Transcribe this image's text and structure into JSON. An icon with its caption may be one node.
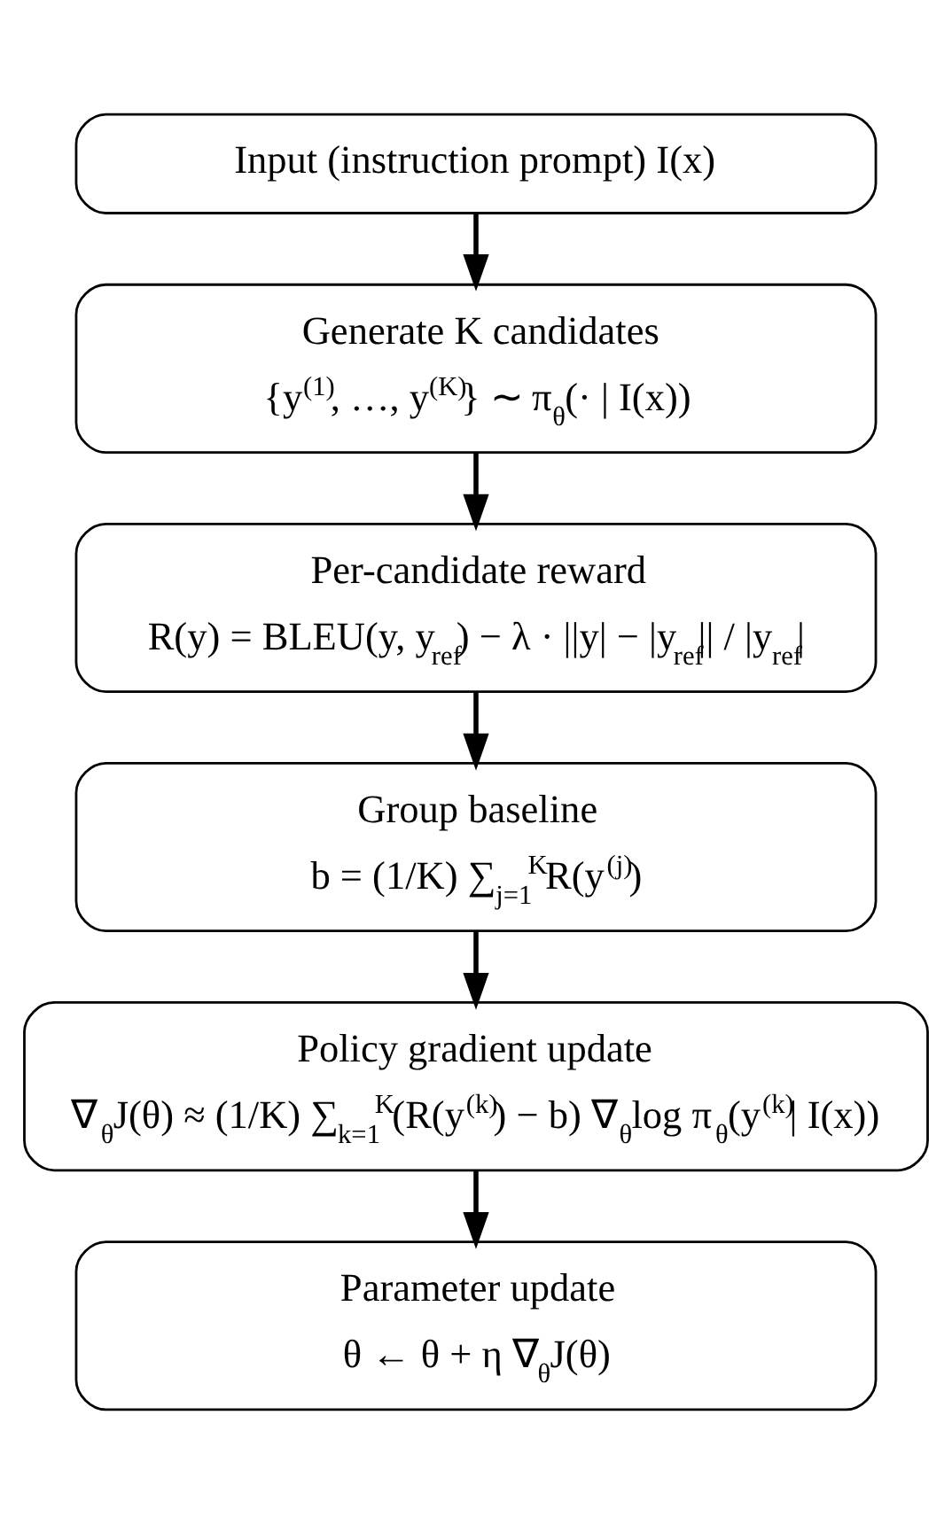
{
  "diagram": {
    "nodes": [
      {
        "text": [
          "Input (instruction prompt) I(x)"
        ]
      },
      {
        "text": [
          "Generate K candidates",
          "{y$^{(1)}$, …, y$^{(K)}$} ∼ π$_{θ}$(· | I(x))"
        ]
      },
      {
        "text": [
          "Per-candidate reward",
          "R(y) = BLEU(y, y$_{ref}$) − λ · ||y| − |y$_{ref}$|| / |y$_{ref}$|"
        ]
      },
      {
        "text": [
          "Group baseline",
          "b = (1/K) ∑$_{j=1}$$^{K}$R(y$^{(j)}$)"
        ]
      },
      {
        "text": [
          "Policy gradient update",
          "∇$_{θ}$J(θ) ≈ (1/K) ∑$_{k=1}$$^{K}$(R(y$^{(k)}$) − b) ∇$_{θ}$log π$_{θ}$(y$^{(k)}$| I(x))"
        ]
      },
      {
        "text": [
          "Parameter update",
          "θ ← θ + η ∇$_{θ}$J(θ)"
        ]
      }
    ],
    "edges": [
      {
        "from": 0,
        "to": 1,
        "arrow": "to"
      },
      {
        "from": 1,
        "to": 2,
        "arrow": "to"
      },
      {
        "from": 2,
        "to": 3,
        "arrow": "to"
      },
      {
        "from": 3,
        "to": 4,
        "arrow": "to"
      },
      {
        "from": 4,
        "to": 5,
        "arrow": "to"
      }
    ]
  }
}
